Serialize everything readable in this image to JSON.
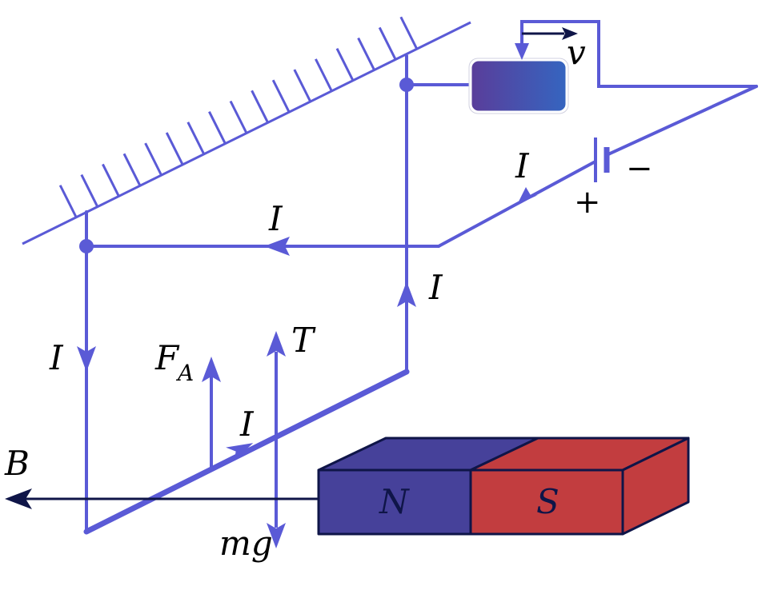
{
  "labels": {
    "velocity": "v",
    "current": "I",
    "force_ampere": "F",
    "force_ampere_sub": "A",
    "tension": "T",
    "gravity": "mg",
    "field": "B",
    "north": "N",
    "south": "S",
    "battery_plus": "+",
    "battery_minus": "−"
  },
  "colors": {
    "wire": "#5a5ad6",
    "dark": "#0f1548",
    "north_fill": "#46419a",
    "north_top": "#474499",
    "south_fill": "#c23d3f",
    "south_side": "#c23d3f",
    "meter_left": "#5a3d9a",
    "meter_right": "#3565c0"
  }
}
